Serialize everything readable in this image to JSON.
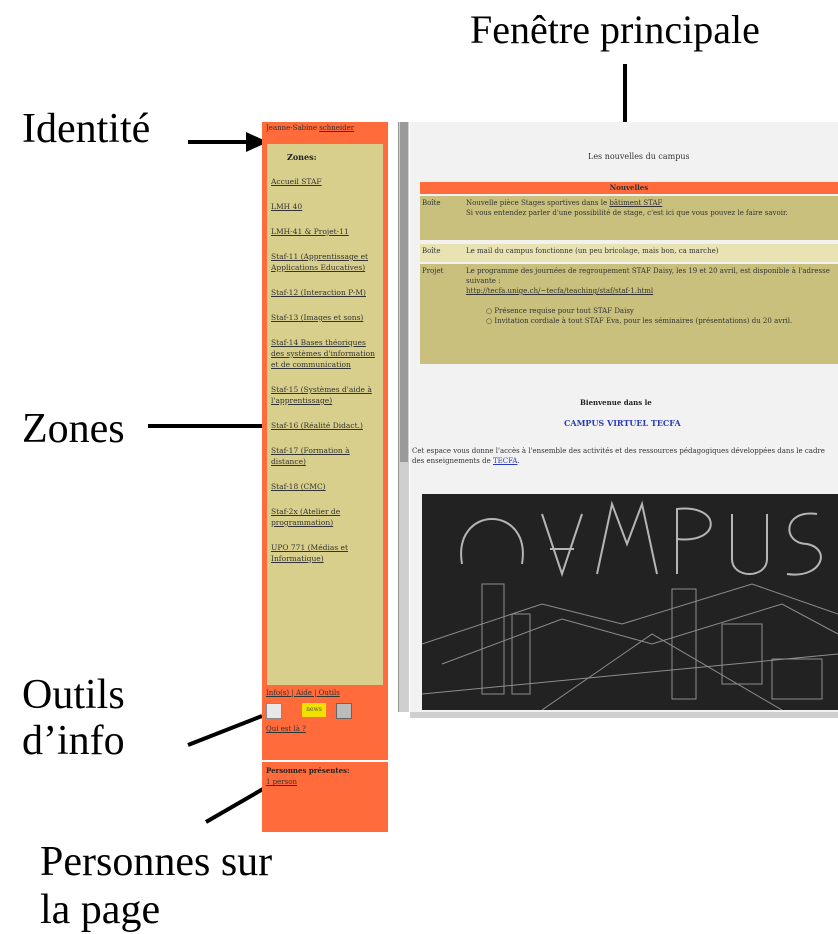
{
  "callouts": {
    "identite": "Identité",
    "fenetre": "Fenêtre principale",
    "zones": "Zones",
    "outils_line1": "Outils",
    "outils_line2": "d’info",
    "personnes_line1": "Personnes sur",
    "personnes_line2": "la page"
  },
  "sidebar": {
    "identity_text": "Jeanne-Sabine",
    "identity_link": "schneider",
    "zones_title": "Zones:",
    "zones": [
      "Accueil STAF",
      "LMH 40",
      "LMH-41 & Projet-11",
      "Staf-11 (Apprentissage et Applications Educatives)",
      "Staf-12 (Interaction P-M)",
      "Staf-13 (Images et sons)",
      "Staf-14 Bases théoriques des systèmes d'information et de communication",
      "Staf-15 (Systèmes d'aide à l'apprentissage)",
      "Staf-16 (Réalité Didact.)",
      "Staf-17 (Formation à distance)",
      "Staf-18 (CMC)",
      "Staf-2x (Atelier de programmation)",
      "UPO 771 (Médias et Informatique)"
    ],
    "tools_links": "Info(s) | Aide | Outils",
    "tools_yellow": "news",
    "tools_help": "Qui est là ?",
    "persons_title": "Personnes présentes:",
    "persons_count": "1 person"
  },
  "main": {
    "title": "Les nouvelles du campus",
    "news_header": "Nouvelles",
    "news": [
      {
        "tag": "Boîte",
        "text": "Nouvelle pièce Stages sportives dans le",
        "link": "bâtiment STAF",
        "text2": "Si vous entendez parler d'une possibilité de stage, c'est ici que vous pouvez le faire savoir."
      },
      {
        "tag": "Boîte",
        "text": "Le mail du campus fonctionne (un peu bricolage, mais bon, ca marche)"
      },
      {
        "tag": "Projet",
        "text": "Le programme des journées de regroupement STAF Daisy, les 19 et 20 avril, est disponible à l'adresse suivante :",
        "link": "http://tecfa.unige.ch/~tecfa/teaching/staf/staf-1.html",
        "bullets": [
          "Présence requise pour tout STAF Daisy",
          "Invitation cordiale à tout STAF Eva, pour les séminaires (présentations) du 20 avril."
        ]
      }
    ],
    "welcome": "Bienvenue dans le",
    "campus_name": "CAMPUS VIRTUEL TECFA",
    "intro": "Cet espace vous donne l'accès à l'ensemble des activités et des ressources pédagogiques développées dans le cadre des enseignements de",
    "intro_link": "TECFA"
  },
  "colors": {
    "sidebar_bg": "#ff6b3a",
    "zones_bg": "#d8cf8c",
    "news_row_bg": "#c9c07e",
    "link_blue": "#2b3bb8"
  }
}
